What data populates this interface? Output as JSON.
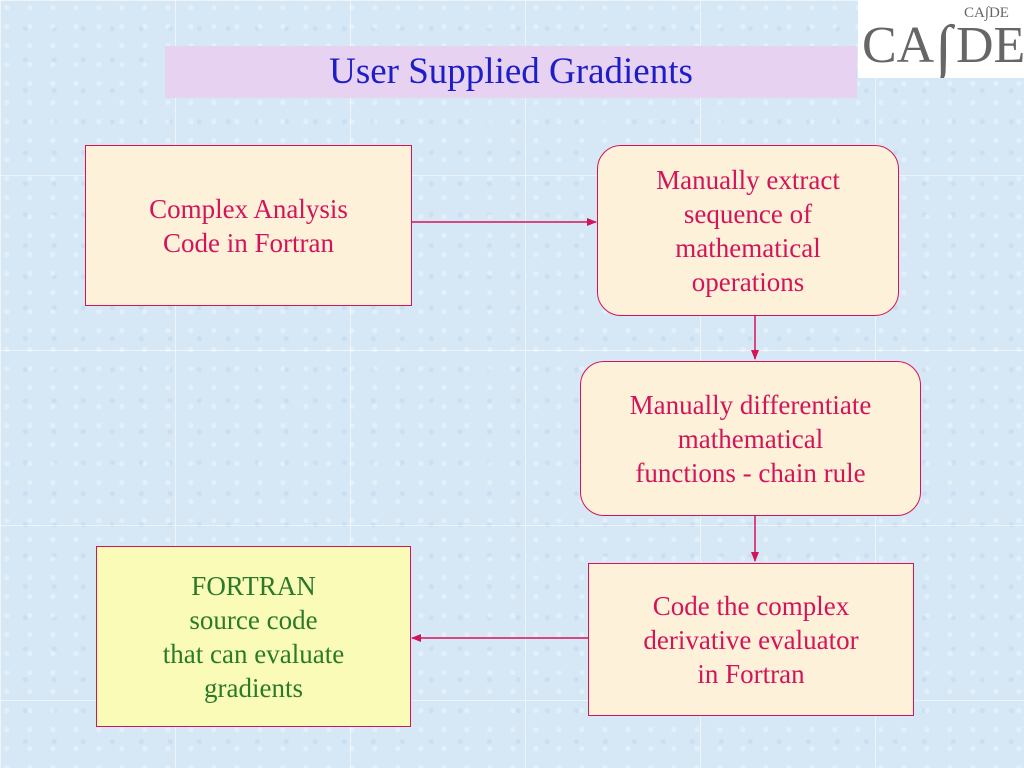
{
  "title": "User Supplied Gradients",
  "logo": {
    "small_text": "CA∫DE",
    "main_left": "CA",
    "main_right": "DE",
    "integral": "∫"
  },
  "boxes": {
    "source": "Complex Analysis\nCode in Fortran",
    "extract": "Manually extract\nsequence of\nmathematical\noperations",
    "differentiate": "Manually differentiate\nmathematical\nfunctions - chain rule",
    "code": "Code the complex\nderivative evaluator\nin Fortran",
    "output": "FORTRAN\nsource code\nthat can evaluate\ngradients"
  },
  "colors": {
    "box_border": "#d4145a",
    "box_text": "#d4145a",
    "output_text": "#2a7a2a",
    "title": "#1e1ec8"
  }
}
